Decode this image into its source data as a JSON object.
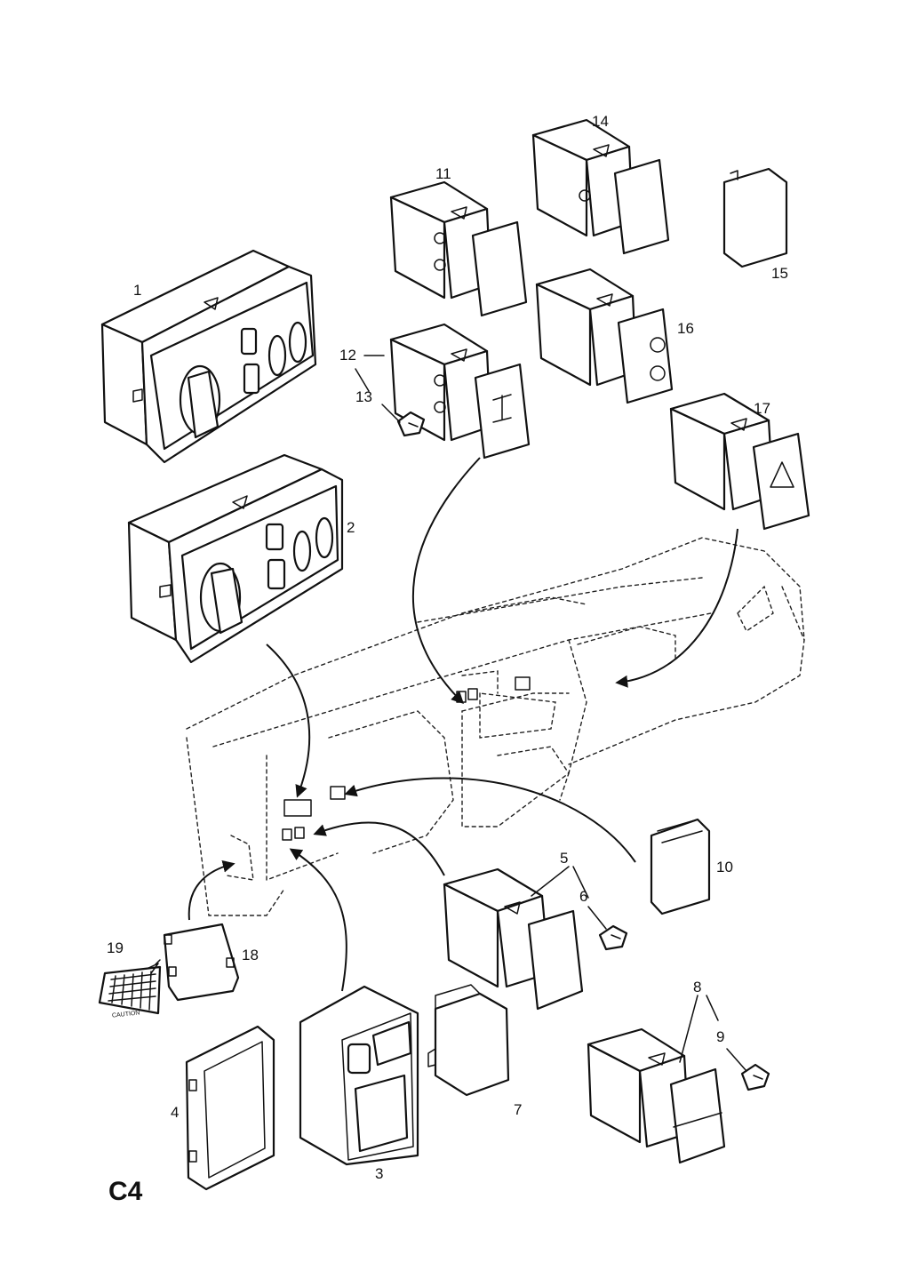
{
  "callouts": {
    "c1": "1",
    "c2": "2",
    "c3": "3",
    "c4": "4",
    "c5": "5",
    "c6": "6",
    "c7": "7",
    "c8": "8",
    "c9": "9",
    "c10": "10",
    "c11": "11",
    "c12": "12",
    "c13": "13",
    "c14": "14",
    "c15": "15",
    "c16": "16",
    "c17": "17",
    "c18": "18",
    "c19": "19"
  },
  "section_code": "C4",
  "grid_card_text": "CAUTION"
}
